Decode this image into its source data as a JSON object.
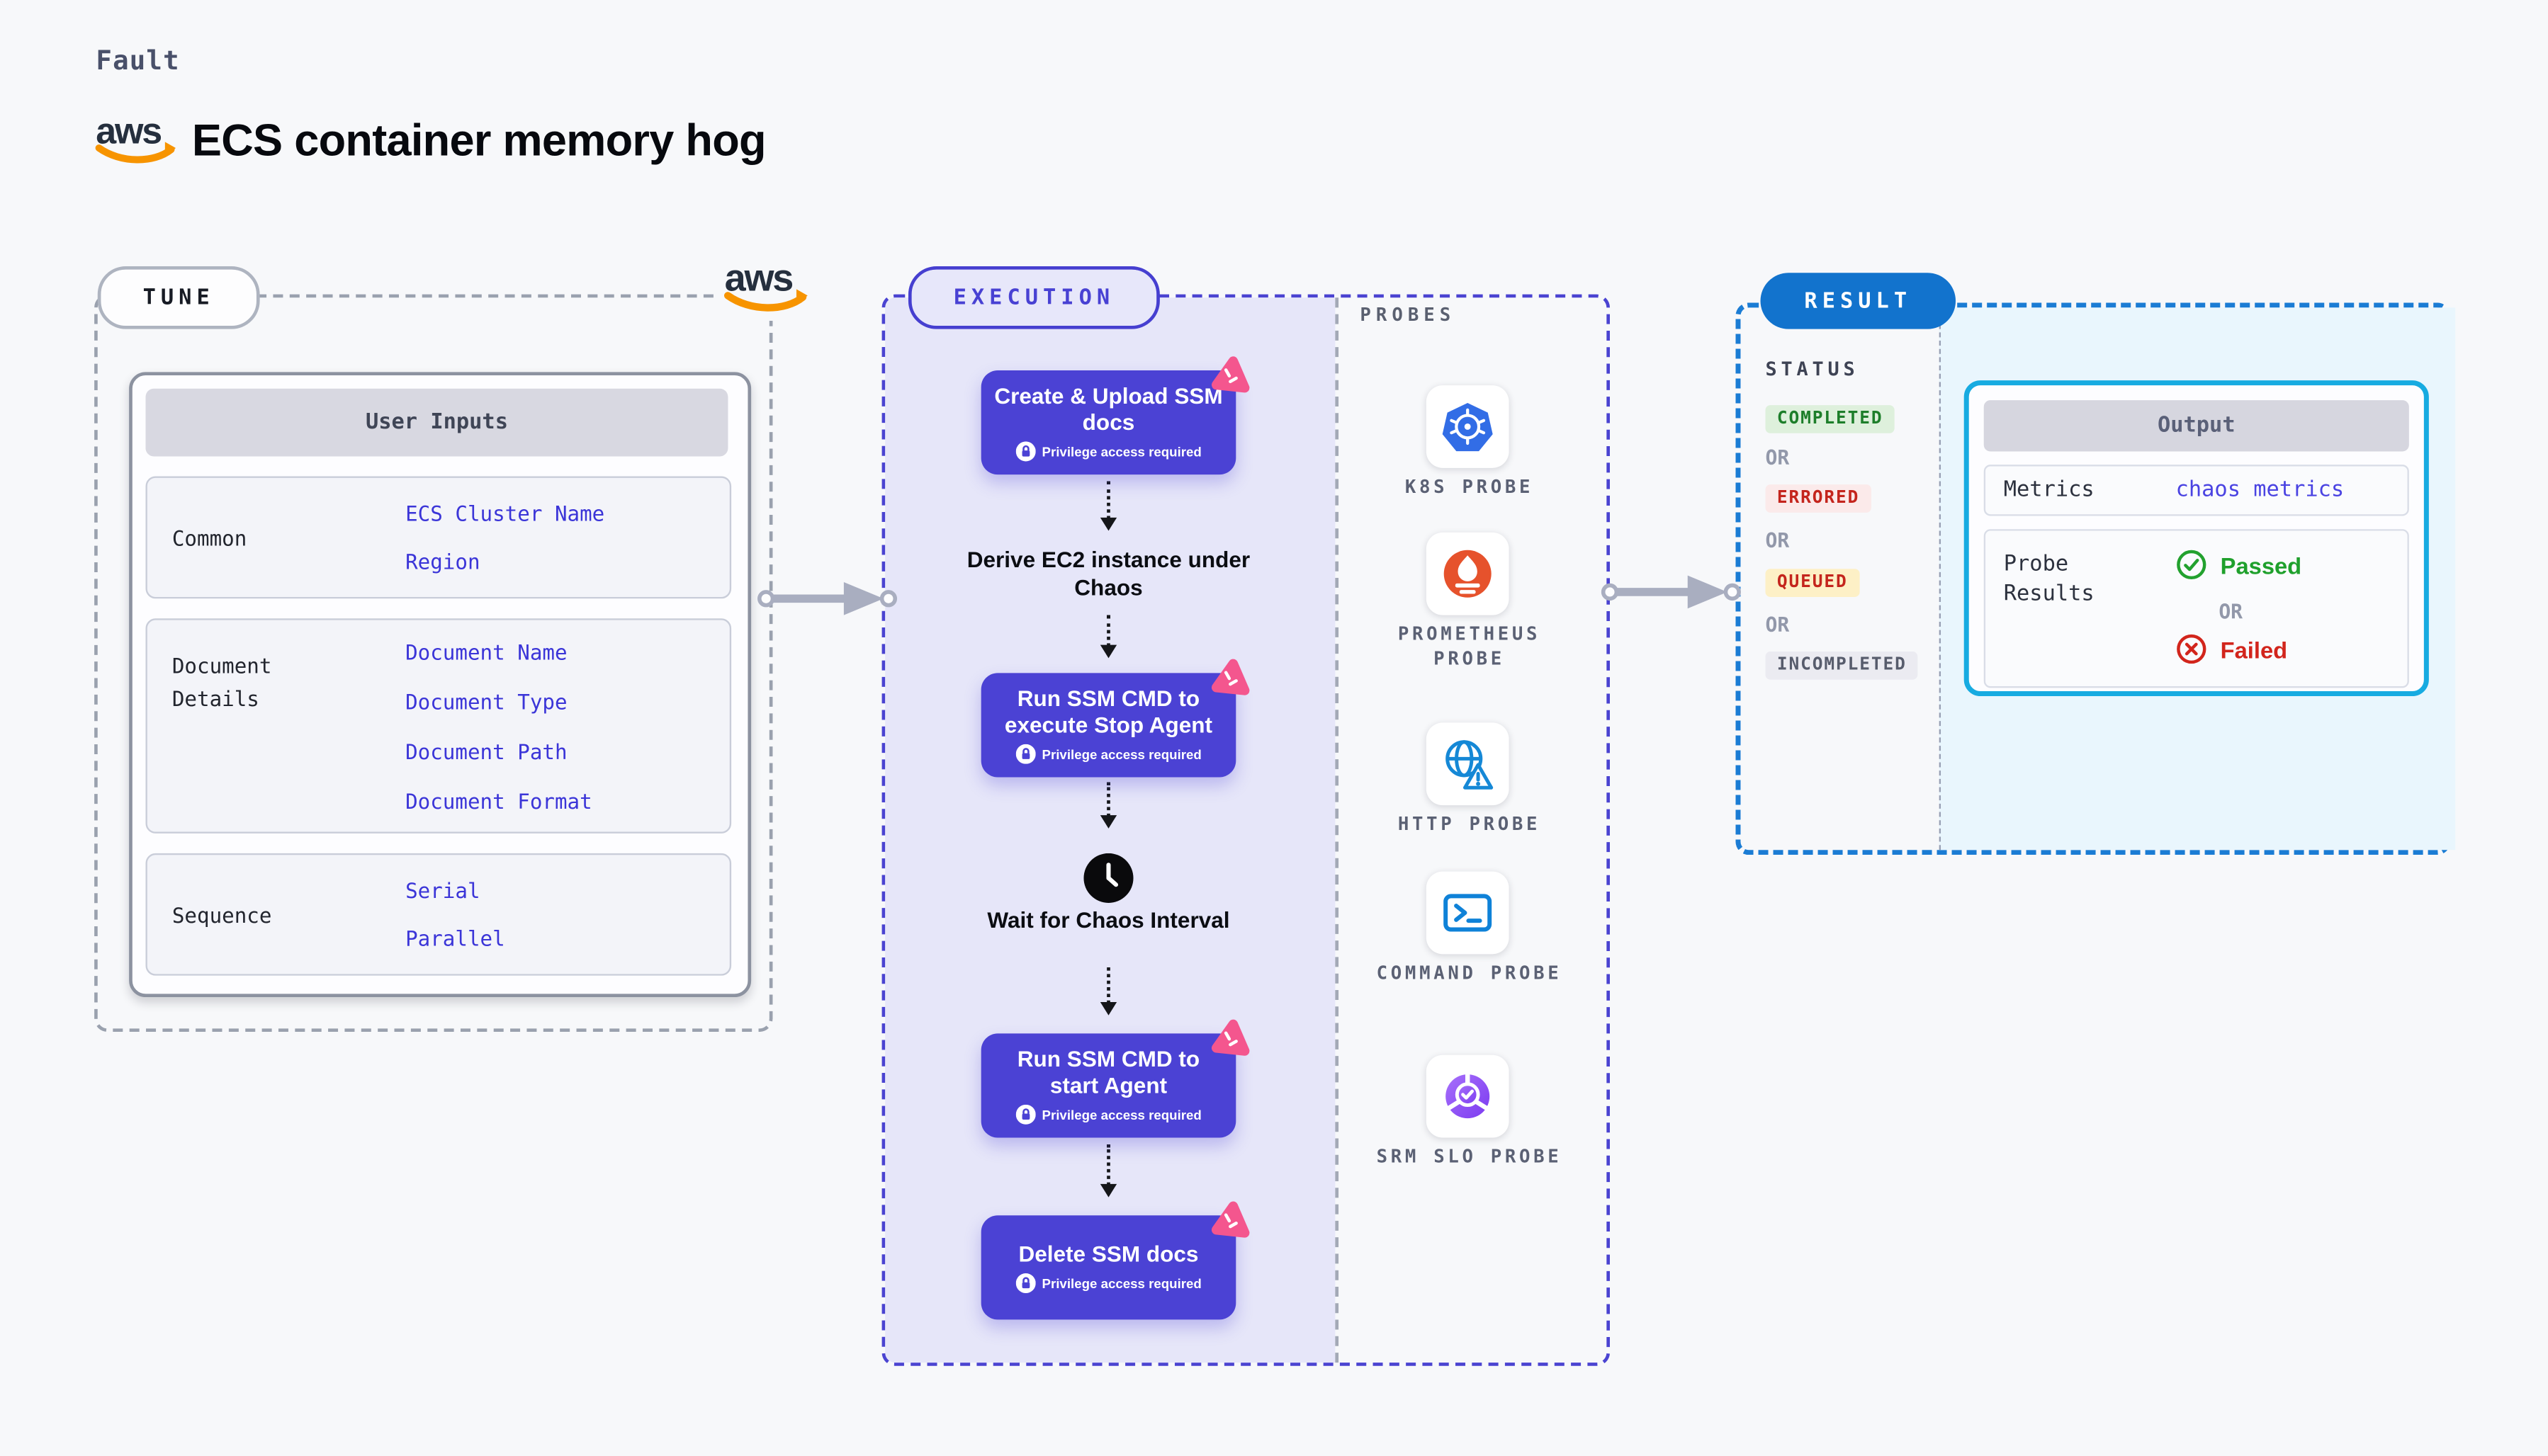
{
  "header": {
    "fault": "Fault",
    "title": "ECS container memory hog",
    "logo": "aws"
  },
  "tune": {
    "pill": "TUNE",
    "table": {
      "title": "User Inputs",
      "groups": [
        {
          "label": "Common",
          "values": [
            "ECS Cluster Name",
            "Region"
          ]
        },
        {
          "label": "Document Details",
          "values": [
            "Document Name",
            "Document Type",
            "Document Path",
            "Document Format"
          ]
        },
        {
          "label": "Sequence",
          "values": [
            "Serial",
            "Parallel"
          ]
        }
      ]
    }
  },
  "execution": {
    "pill": "EXECUTION",
    "steps": [
      {
        "type": "box",
        "title": "Create & Upload SSM docs",
        "badge": "Privilege access required"
      },
      {
        "type": "text",
        "title": "Derive EC2 instance under Chaos"
      },
      {
        "type": "box",
        "title": "Run SSM CMD to execute Stop Agent",
        "badge": "Privilege access required"
      },
      {
        "type": "wait",
        "title": "Wait for Chaos Interval"
      },
      {
        "type": "box",
        "title": "Run SSM CMD to start Agent",
        "badge": "Privilege access required"
      },
      {
        "type": "box",
        "title": "Delete SSM docs",
        "badge": "Privilege access required"
      }
    ],
    "probes_label": "PROBES",
    "probes": [
      {
        "name": "K8S PROBE",
        "icon": "kubernetes-icon"
      },
      {
        "name": "PROMETHEUS PROBE",
        "icon": "prometheus-icon"
      },
      {
        "name": "HTTP PROBE",
        "icon": "http-probe-icon"
      },
      {
        "name": "COMMAND PROBE",
        "icon": "command-probe-icon"
      },
      {
        "name": "SRM SLO PROBE",
        "icon": "srm-slo-probe-icon"
      }
    ]
  },
  "result": {
    "pill": "RESULT",
    "status": {
      "heading": "STATUS",
      "items": [
        "COMPLETED",
        "ERRORED",
        "QUEUED",
        "INCOMPLETED"
      ],
      "or": "OR"
    },
    "output": {
      "title": "Output",
      "metrics_label": "Metrics",
      "metrics_value": "chaos metrics",
      "probe_label": "Probe Results",
      "passed": "Passed",
      "failed": "Failed",
      "or": "OR"
    }
  },
  "colors": {
    "page_bg": "#f7f8fa",
    "indigo_box": "#4b42d4",
    "exec_dash": "#4a43d1",
    "exec_fill": "#e6e6f9",
    "tune_dash": "#9aa1ae",
    "result_dash": "#1b7cd4",
    "result_pill": "#1273cd",
    "result_fill": "#e9f6fd",
    "output_border": "#17abe1",
    "value_indigo": "#3b35d8",
    "pink_chaos": "#f4568e",
    "aws_orange": "#f79400",
    "completed": "#1d7e2a",
    "errored": "#c4251d",
    "queued_bg": "#fdf0c6",
    "incompleted": "#575c6c",
    "passed_green": "#1fa02c",
    "failed_red": "#d2251c",
    "kubernetes_blue": "#326de6",
    "prometheus_orange": "#e6522c",
    "probe_blue": "#1588d6",
    "srm_purple": "#7c3bf0",
    "arrow_gray": "#a9aec0"
  }
}
